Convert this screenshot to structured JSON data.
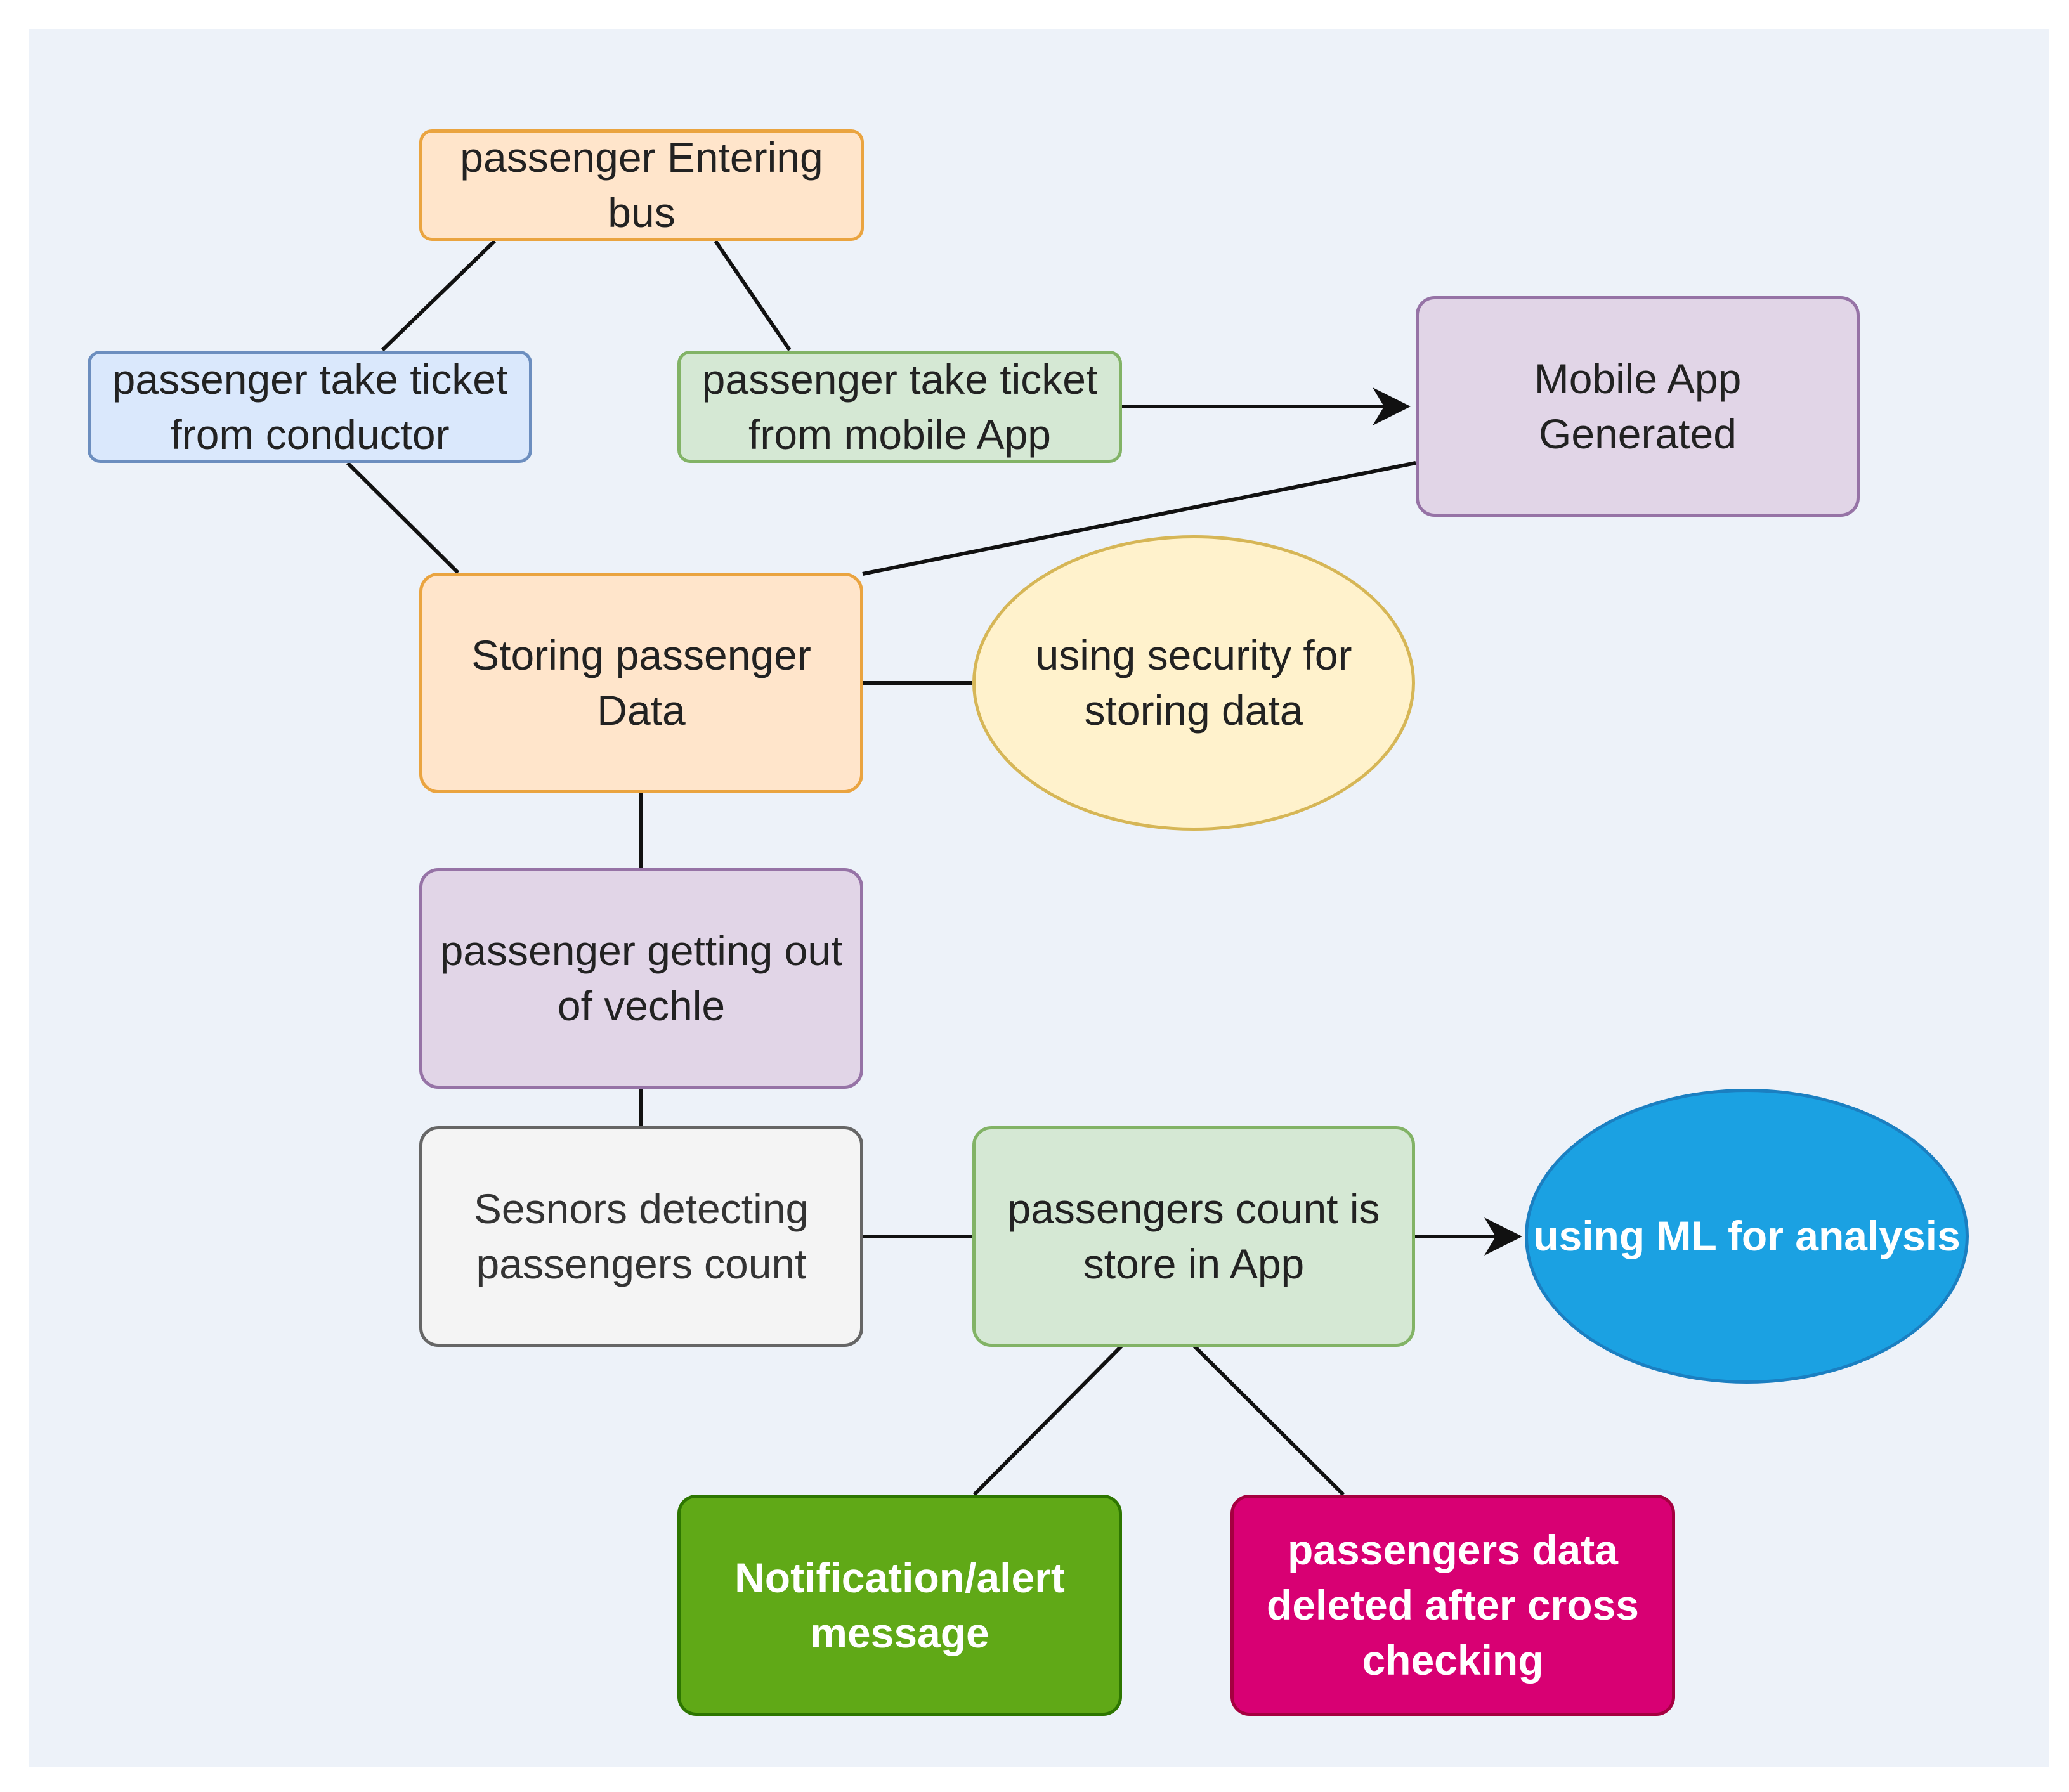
{
  "nodes": {
    "entering_bus": "passenger Entering\nbus",
    "ticket_conductor": "passenger take ticket\nfrom conductor",
    "ticket_mobile": "passenger take ticket\nfrom mobile App",
    "mobile_app_generated": "Mobile App\nGenerated",
    "storing_data": "Storing passenger\nData",
    "security": "using security for\nstoring data",
    "getting_out": "passenger getting out\nof vechle",
    "sensors": "Sesnors detecting\npassengers count",
    "count_store": "passengers count is\nstore in App",
    "ml_analysis": "using ML for analysis",
    "notification": "Notification/alert\nmessage",
    "data_deleted": "passengers data\ndeleted after cross\nchecking"
  },
  "colors": {
    "background": "#edf2f9",
    "edge": "#111111",
    "orange": "#ffe5cb",
    "blue": "#dae8fc",
    "green": "#d5e8d4",
    "purple": "#e1d5e7",
    "grey": "#f4f4f4",
    "yellow": "#fff2cc",
    "cyan": "#1ba1e2",
    "dark_green": "#60a917",
    "magenta": "#d80073"
  }
}
